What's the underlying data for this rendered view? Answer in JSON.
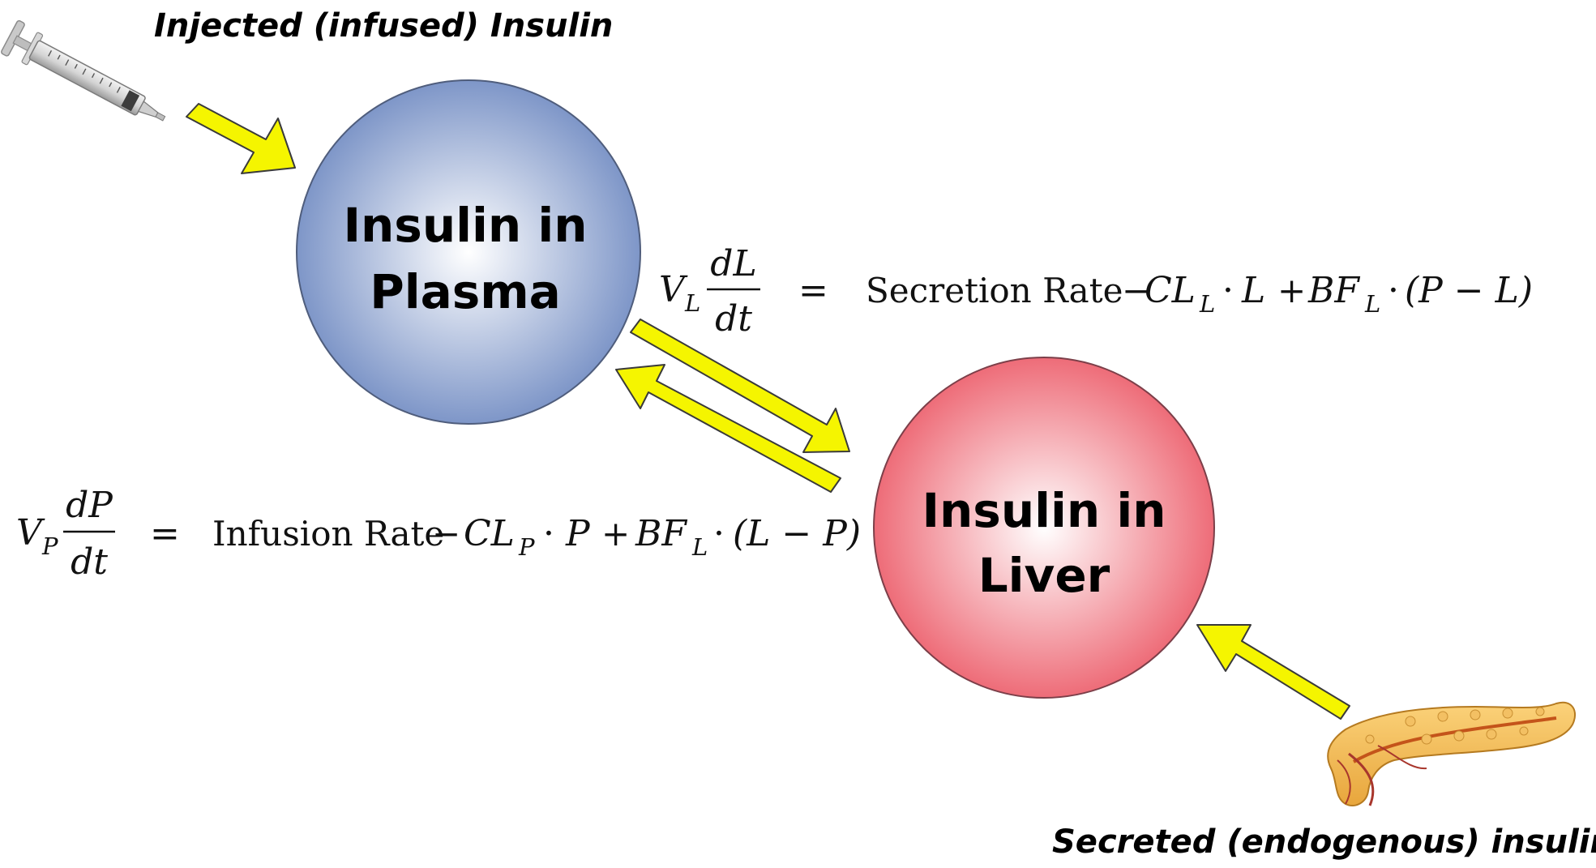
{
  "captions": {
    "injected": "Injected (infused) Insulin",
    "secreted": "Secreted (endogenous) insulin"
  },
  "compartments": {
    "plasma": {
      "line1": "Insulin in",
      "line2": "Plasma",
      "color_edge": "#7e96c8",
      "color_center": "#ffffff"
    },
    "liver": {
      "line1": "Insulin in",
      "line2": "Liver",
      "color_edge": "#ee6c78",
      "color_center": "#ffffff"
    }
  },
  "equations": {
    "liver": {
      "lhs_symbol": "V",
      "lhs_subscript": "L",
      "numerator": "dL",
      "denominator": "dt",
      "equals": "=",
      "rate_term": "Secretion Rate",
      "minus": "−",
      "clearance_symbol": "CL",
      "clearance_subscript": "L",
      "dot1": "·",
      "clearance_var": "L",
      "plus": "+",
      "bf_symbol": "BF",
      "bf_subscript": "L",
      "dot2": "·",
      "bracket_expr": "(P − L)"
    },
    "plasma": {
      "lhs_symbol": "V",
      "lhs_subscript": "P",
      "numerator": "dP",
      "denominator": "dt",
      "equals": "=",
      "rate_term": "Infusion Rate",
      "minus": "−",
      "clearance_symbol": "CL",
      "clearance_subscript": "P",
      "dot1": "·",
      "clearance_var": "P",
      "plus": "+",
      "bf_symbol": "BF",
      "bf_subscript": "L",
      "dot2": "·",
      "bracket_expr": "(L − P)"
    }
  },
  "icons": {
    "syringe": "syringe-icon",
    "pancreas": "pancreas-icon"
  },
  "colors": {
    "arrow_fill": "#f5f500",
    "arrow_stroke": "#3a3a3a"
  }
}
